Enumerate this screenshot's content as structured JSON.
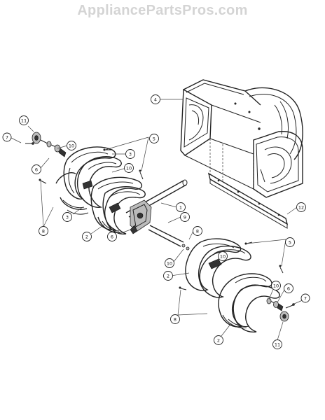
{
  "watermark": "AppliancePartsPros.com",
  "callouts": [
    {
      "id": "c4",
      "label": "4"
    },
    {
      "id": "c12",
      "label": "12"
    },
    {
      "id": "c11a",
      "label": "11"
    },
    {
      "id": "c7a",
      "label": "7"
    },
    {
      "id": "c10a",
      "label": "10"
    },
    {
      "id": "c6a",
      "label": "6"
    },
    {
      "id": "c5a",
      "label": "5"
    },
    {
      "id": "c3a",
      "label": "3"
    },
    {
      "id": "c10b",
      "label": "10"
    },
    {
      "id": "c3b",
      "label": "3"
    },
    {
      "id": "c8a",
      "label": "8"
    },
    {
      "id": "c2a",
      "label": "2"
    },
    {
      "id": "c6b",
      "label": "6"
    },
    {
      "id": "c1",
      "label": "1"
    },
    {
      "id": "c9",
      "label": "9"
    },
    {
      "id": "c8b",
      "label": "8"
    },
    {
      "id": "c10c",
      "label": "10"
    },
    {
      "id": "c2b",
      "label": "2"
    },
    {
      "id": "c10d",
      "label": "10"
    },
    {
      "id": "c5b",
      "label": "5"
    },
    {
      "id": "c10e",
      "label": "10"
    },
    {
      "id": "c6c",
      "label": "6"
    },
    {
      "id": "c7b",
      "label": "7"
    },
    {
      "id": "c8c",
      "label": "8"
    },
    {
      "id": "c2c",
      "label": "2"
    },
    {
      "id": "c11b",
      "label": "11"
    }
  ]
}
